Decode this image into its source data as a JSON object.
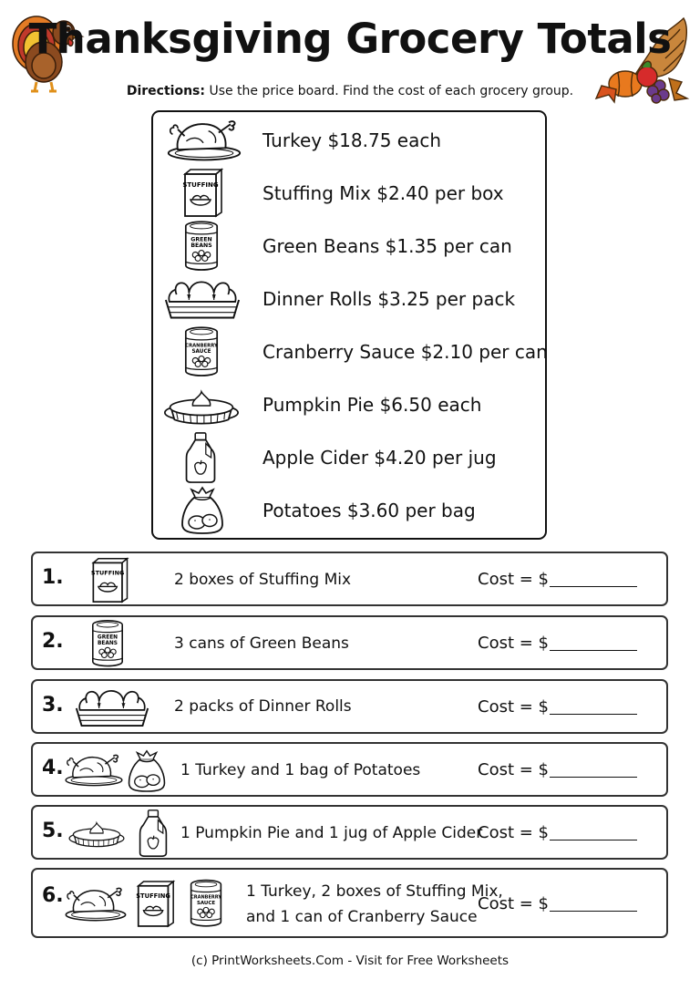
{
  "header": {
    "title": "Thanksgiving Grocery Totals",
    "directions_label": "Directions:",
    "directions_text": "Use the price board. Find the cost of each grocery group."
  },
  "price_board": [
    {
      "icon": "turkey-icon",
      "text": "Turkey $18.75 each"
    },
    {
      "icon": "stuffing-box-icon",
      "text": "Stuffing Mix $2.40 per box"
    },
    {
      "icon": "green-beans-can-icon",
      "text": "Green Beans $1.35 per can"
    },
    {
      "icon": "dinner-rolls-icon",
      "text": "Dinner Rolls $3.25 per pack"
    },
    {
      "icon": "cranberry-sauce-can-icon",
      "text": "Cranberry Sauce $2.10 per can"
    },
    {
      "icon": "pumpkin-pie-icon",
      "text": "Pumpkin Pie $6.50 each"
    },
    {
      "icon": "apple-cider-jug-icon",
      "text": "Apple Cider $4.20 per jug"
    },
    {
      "icon": "potato-bag-icon",
      "text": "Potatoes $3.60 per bag"
    }
  ],
  "icon_labels": {
    "stuffing": "STUFFING",
    "green_beans_1": "GREEN",
    "green_beans_2": "BEANS",
    "cranberry_1": "CRANBERRY",
    "cranberry_2": "SAUCE"
  },
  "questions": [
    {
      "number": "1.",
      "text": "2 boxes of Stuffing Mix",
      "cost_label": "Cost = $"
    },
    {
      "number": "2.",
      "text": "3 cans of Green Beans",
      "cost_label": "Cost = $"
    },
    {
      "number": "3.",
      "text": "2 packs of Dinner Rolls",
      "cost_label": "Cost = $"
    },
    {
      "number": "4.",
      "text": "1 Turkey and 1 bag of Potatoes",
      "cost_label": "Cost = $"
    },
    {
      "number": "5.",
      "text": "1 Pumpkin Pie and 1 jug of Apple Cider",
      "cost_label": "Cost = $"
    },
    {
      "number": "6.",
      "text_line1": "1 Turkey, 2 boxes of Stuffing Mix,",
      "text_line2": "and 1 can of Cranberry Sauce",
      "cost_label": "Cost = $"
    }
  ],
  "footer": "(c) PrintWorksheets.Com - Visit for Free Worksheets"
}
